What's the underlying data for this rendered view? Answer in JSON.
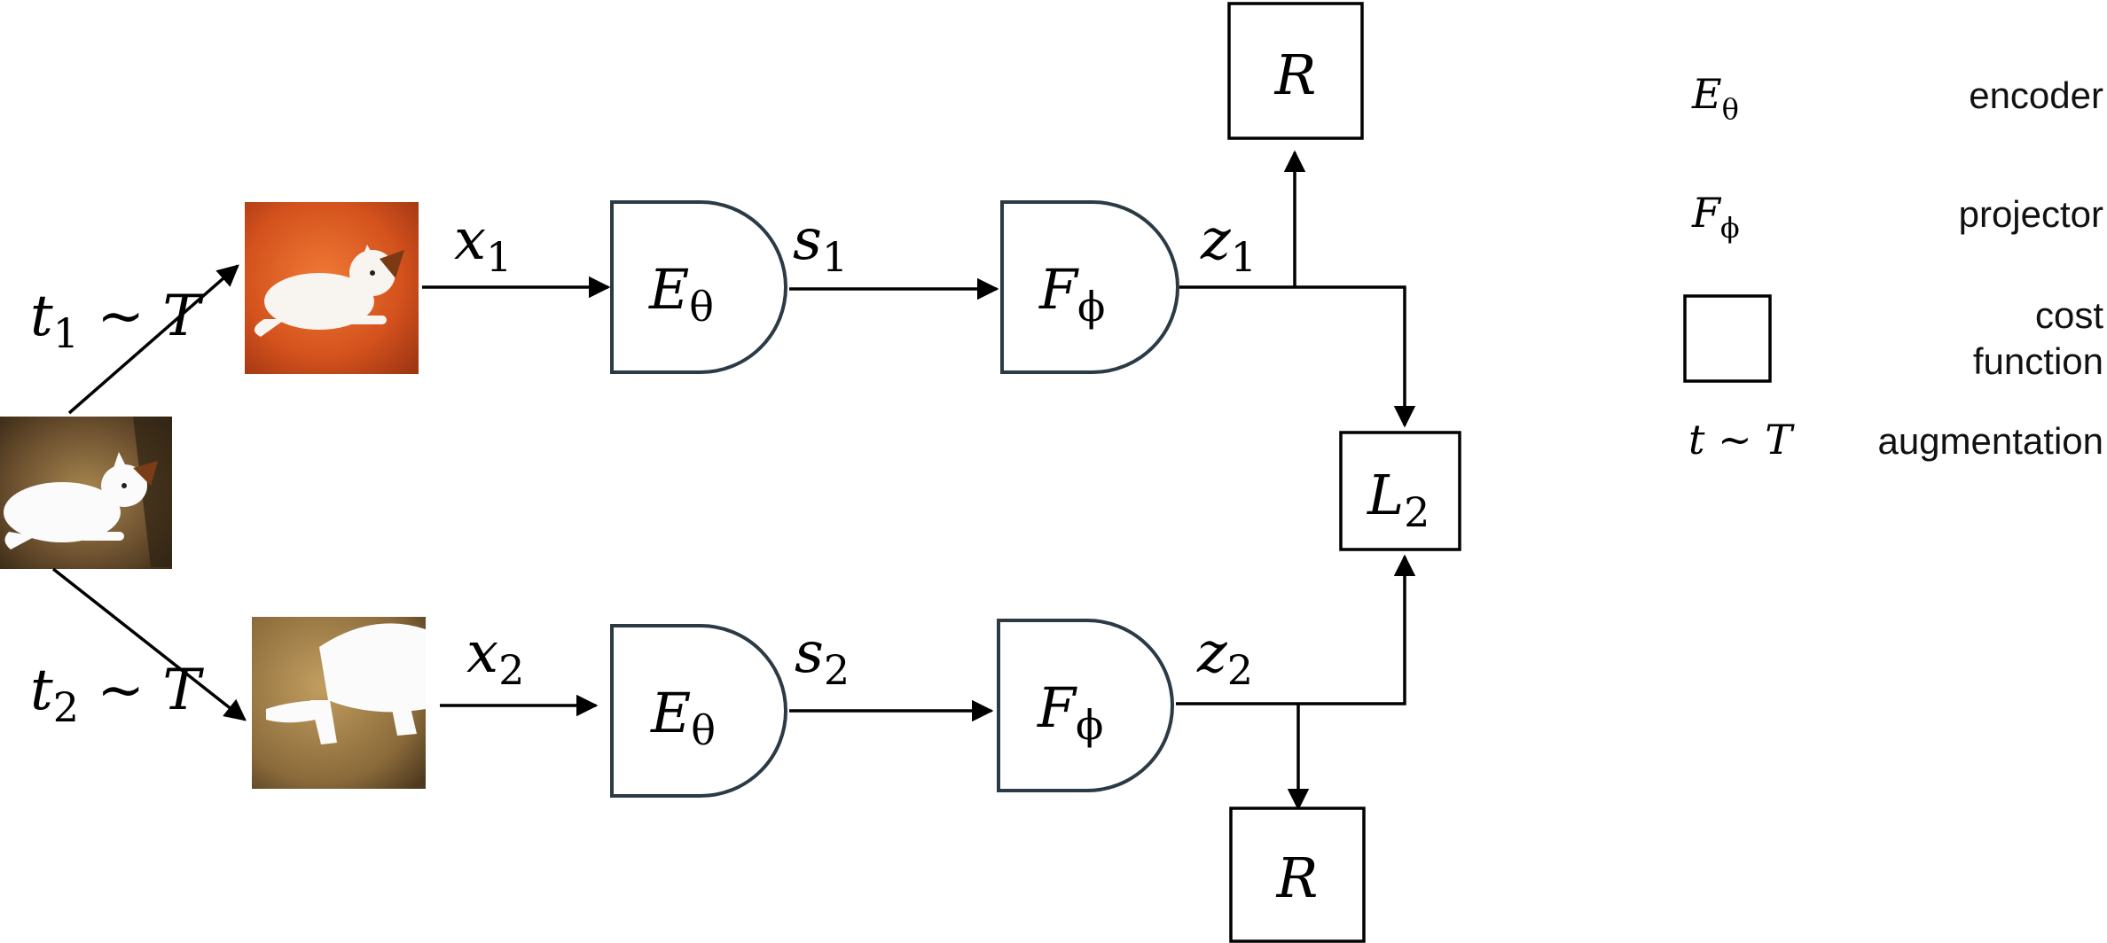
{
  "augment": {
    "top": {
      "var": "t",
      "sub": "1",
      "op": " ~ ",
      "set": "T"
    },
    "bottom": {
      "var": "t",
      "sub": "2",
      "op": " ~ ",
      "set": "T"
    }
  },
  "views": {
    "x1": {
      "var": "x",
      "sub": "1"
    },
    "x2": {
      "var": "x",
      "sub": "2"
    }
  },
  "encoder": {
    "var": "E",
    "sub": "θ"
  },
  "projector": {
    "var": "F",
    "sub": "ϕ"
  },
  "embeddings": {
    "s1": {
      "var": "s",
      "sub": "1"
    },
    "s2": {
      "var": "s",
      "sub": "2"
    },
    "z1": {
      "var": "z",
      "sub": "1"
    },
    "z2": {
      "var": "z",
      "sub": "2"
    }
  },
  "cost": {
    "regularizer": "R",
    "invariance": {
      "var": "L",
      "sub": "2"
    }
  },
  "legend": {
    "encoder": {
      "var": "E",
      "sub": "θ",
      "text": "encoder"
    },
    "projector": {
      "var": "F",
      "sub": "ϕ",
      "text": "projector"
    },
    "cost": {
      "text_line1": "cost",
      "text_line2": "function"
    },
    "augmentation": {
      "symbol": "t ~ T",
      "text": "augmentation"
    }
  },
  "colors": {
    "gate_stroke": "#2b3a44",
    "line": "#000000",
    "sand": "#5a4327",
    "red_sand": "#d0521f"
  }
}
